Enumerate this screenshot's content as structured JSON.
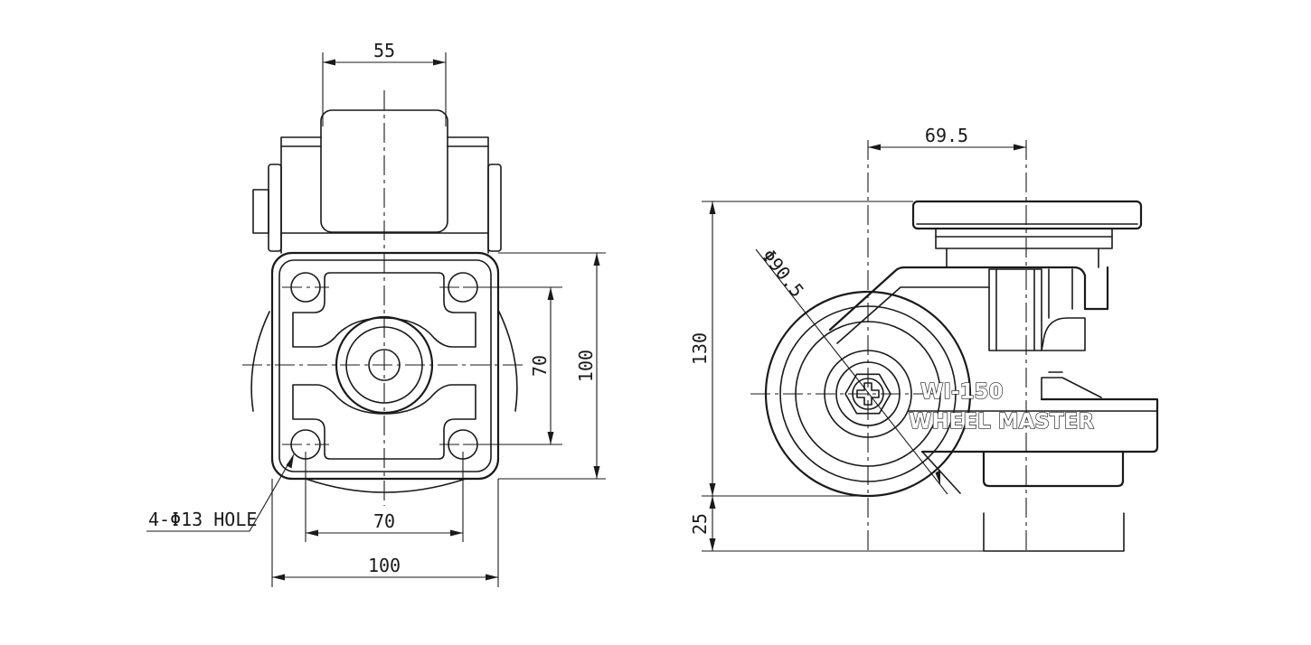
{
  "dimensions": {
    "front_top_width": "55",
    "front_bolt_spacing_vertical": "70",
    "front_plate_height": "100",
    "front_bolt_spacing_horizontal": "70",
    "front_plate_width": "100",
    "hole_note": "4-Φ13 HOLE",
    "side_offset": "69.5",
    "wheel_diameter": "Φ90.5",
    "side_height": "130",
    "side_lift": "25"
  },
  "labels": {
    "model": "WI-150",
    "brand": "WHEEL MASTER"
  }
}
